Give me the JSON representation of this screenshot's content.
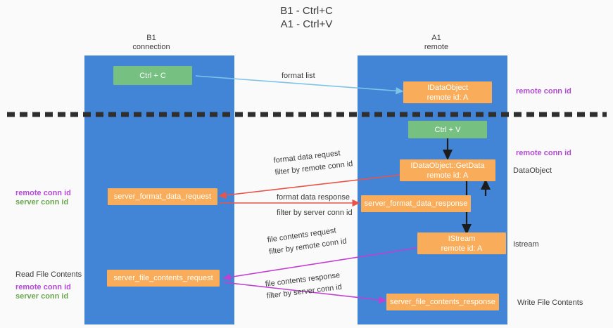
{
  "title": {
    "line1": "B1 - Ctrl+C",
    "line2": "A1 - Ctrl+V"
  },
  "columns": [
    {
      "name": "B1",
      "role": "connection"
    },
    {
      "name": "A1",
      "role": "remote"
    }
  ],
  "nodes": {
    "ctrl_c": "Ctrl + C",
    "ctrl_v": "Ctrl + V",
    "idataobject": {
      "line1": "IDataObject",
      "line2": "remote id: A"
    },
    "idataobject_getdata": {
      "line1": "IDataObject::GetData",
      "line2": "remote id: A"
    },
    "istream": {
      "line1": "IStream",
      "line2": "remote id: A"
    },
    "server_format_data_request": "server_format_data_request",
    "server_format_data_response": "server_format_data_response",
    "server_file_contents_request": "server_file_contents_request",
    "server_file_contents_response": "server_file_contents_response"
  },
  "edges": {
    "format_list": "format list",
    "format_data_request": "format data request",
    "format_data_response": "format data response",
    "file_contents_request": "file contents request",
    "file_contents_response": "file contents response",
    "filter_by": "filter by ",
    "remote_conn_id": "remote conn id",
    "server_conn_id": "server conn id"
  },
  "annotations": {
    "remote_conn_id_top": "remote conn id",
    "remote_conn_id_mid": "remote conn id",
    "dataobject": "DataObject",
    "istream_side": "Istream",
    "write_file_contents": "Write File Contents",
    "read_file_contents": "Read File Contents",
    "left_remote_conn_id_1": "remote conn id",
    "left_server_conn_id_1": "server conn id",
    "left_remote_conn_id_2": "remote conn id",
    "left_server_conn_id_2": "server conn id"
  },
  "colors": {
    "lane": "#4285d6",
    "green_node": "#76c082",
    "orange_node": "#f9ad5a",
    "purple": "#b34bd4",
    "green_text": "#6aa84f",
    "red_arrow": "#e8544a",
    "magenta_arrow": "#c13fd1",
    "blue_arrow": "#7fc4e8",
    "divider": "#2f2f2f",
    "background": "#fafafa"
  }
}
